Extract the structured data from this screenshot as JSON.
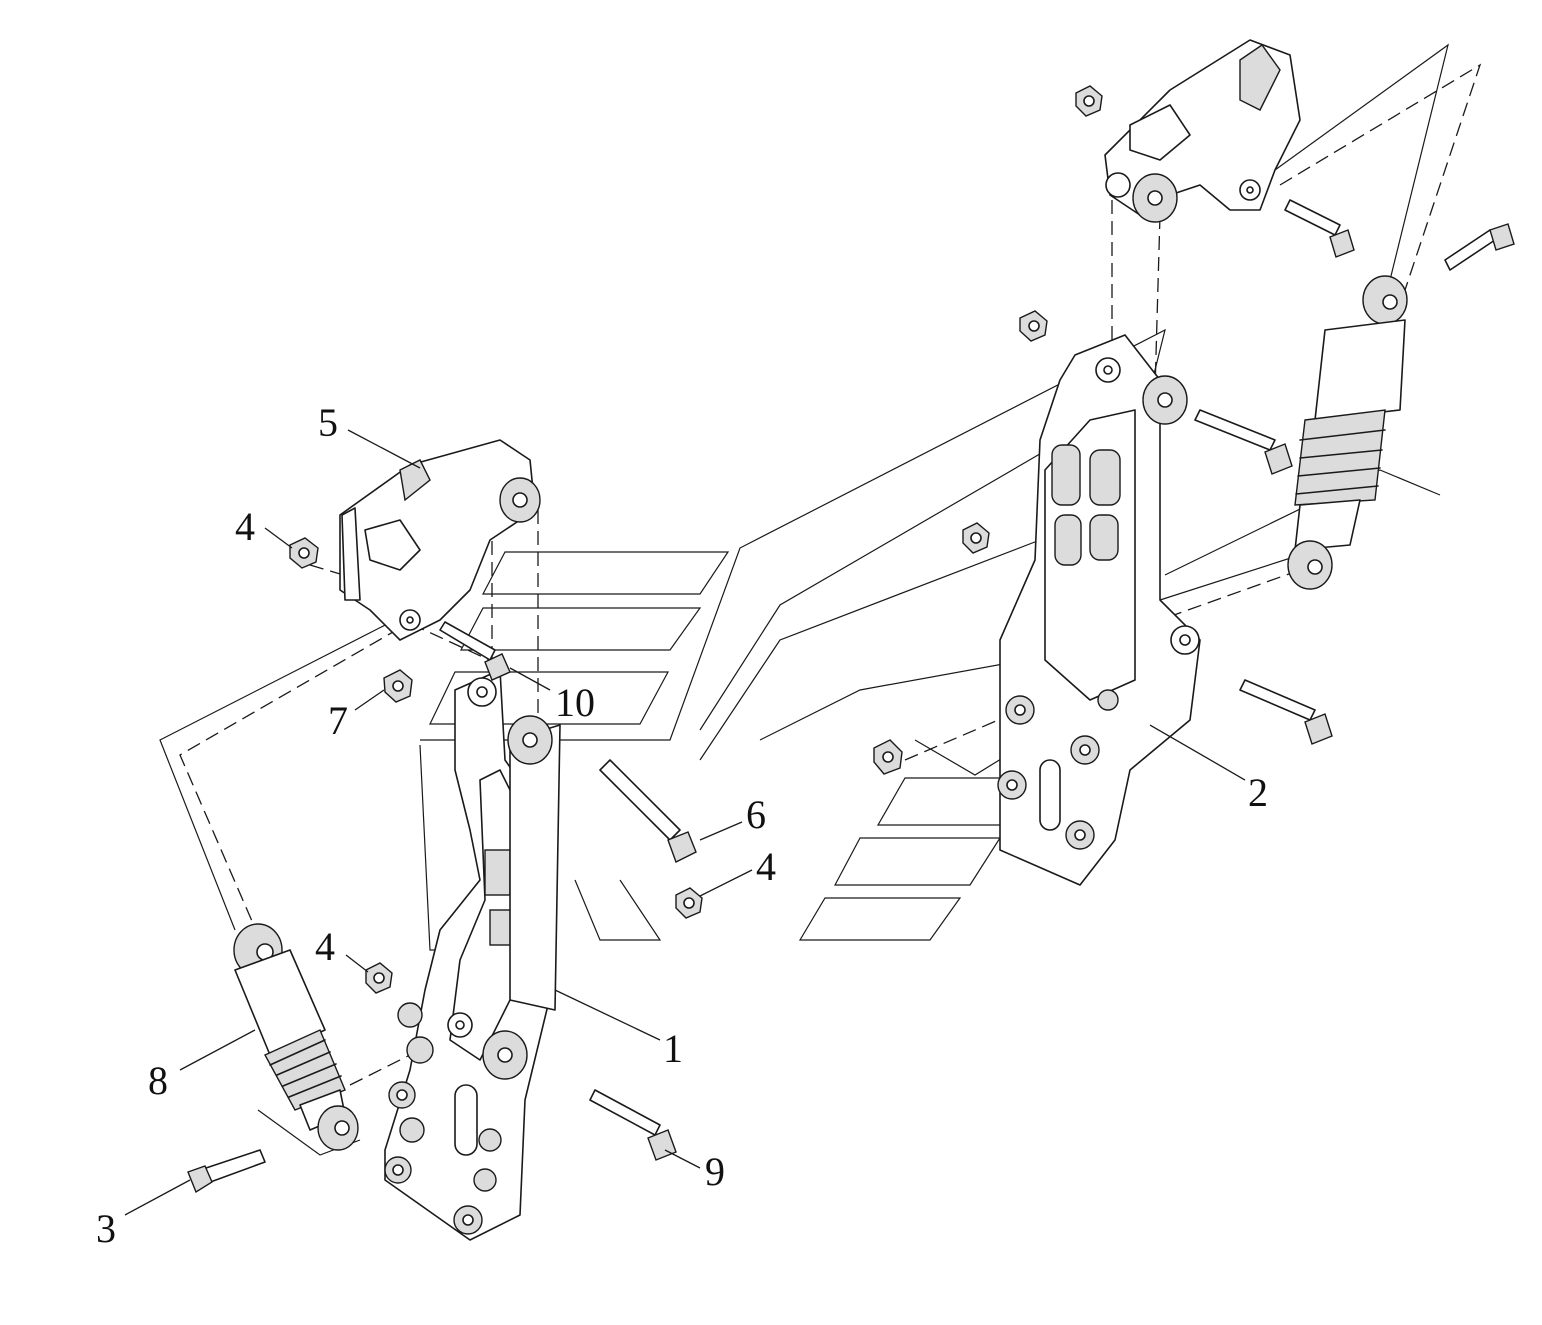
{
  "callouts": [
    {
      "id": "c1",
      "text": "1"
    },
    {
      "id": "c2",
      "text": "2"
    },
    {
      "id": "c3",
      "text": "3"
    },
    {
      "id": "c4a",
      "text": "4"
    },
    {
      "id": "c4b",
      "text": "4"
    },
    {
      "id": "c4c",
      "text": "4"
    },
    {
      "id": "c5",
      "text": "5"
    },
    {
      "id": "c6",
      "text": "6"
    },
    {
      "id": "c7",
      "text": "7"
    },
    {
      "id": "c8",
      "text": "8"
    },
    {
      "id": "c9",
      "text": "9"
    },
    {
      "id": "c10",
      "text": "10"
    }
  ]
}
